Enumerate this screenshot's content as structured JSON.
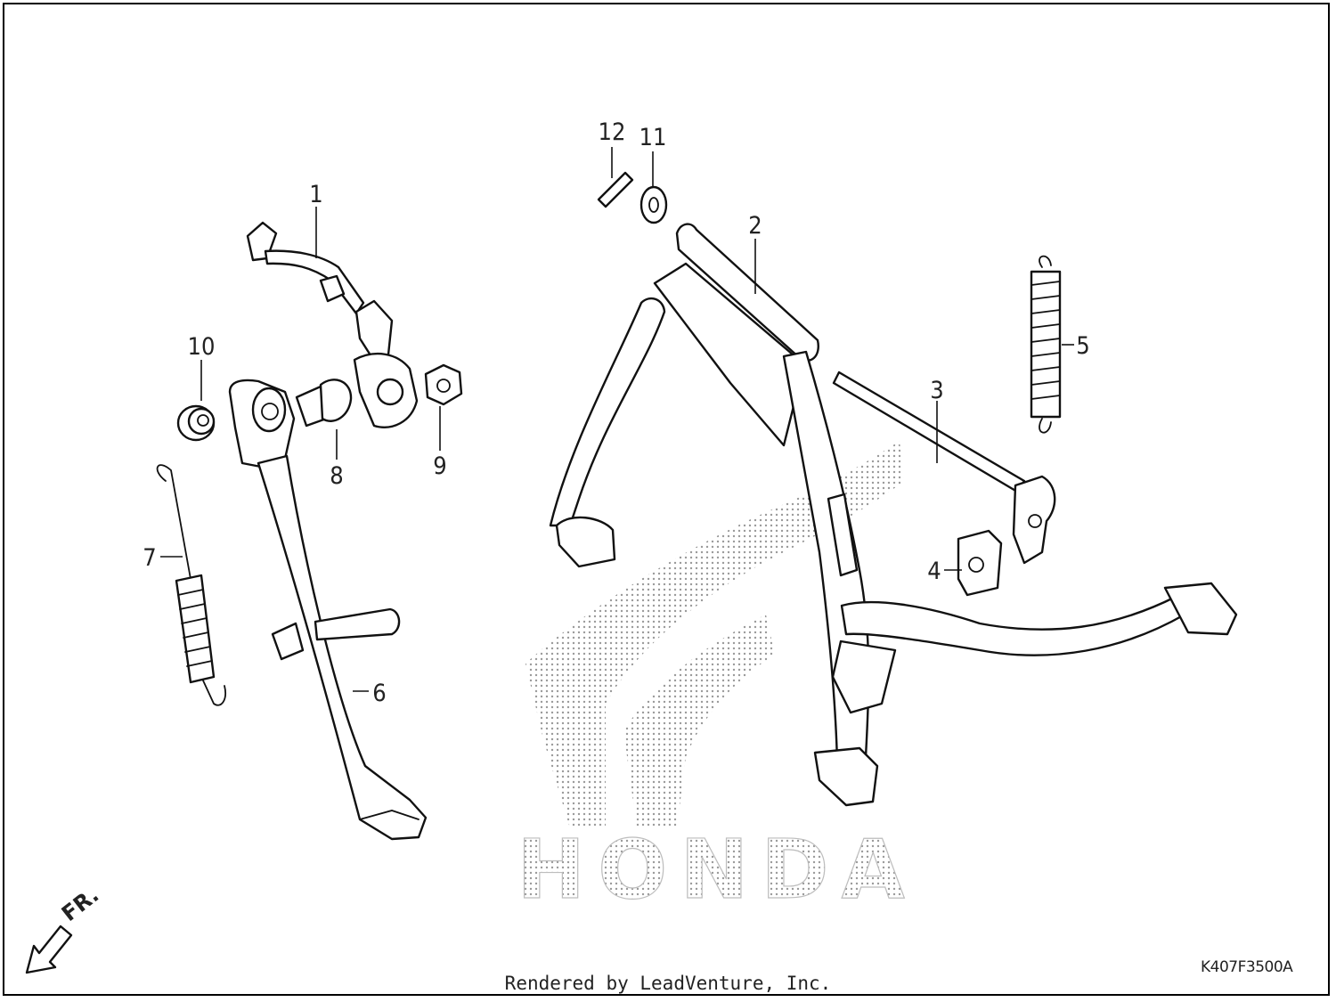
{
  "callouts": [
    {
      "id": "1",
      "label": "1"
    },
    {
      "id": "2",
      "label": "2"
    },
    {
      "id": "3",
      "label": "3"
    },
    {
      "id": "4",
      "label": "4"
    },
    {
      "id": "5",
      "label": "5"
    },
    {
      "id": "6",
      "label": "6"
    },
    {
      "id": "7",
      "label": "7"
    },
    {
      "id": "8",
      "label": "8"
    },
    {
      "id": "9",
      "label": "9"
    },
    {
      "id": "10",
      "label": "10"
    },
    {
      "id": "11",
      "label": "11"
    },
    {
      "id": "12",
      "label": "12"
    }
  ],
  "watermark": {
    "brand": "HONDA"
  },
  "direction": {
    "label": "FR."
  },
  "diagram_code": "K407F3500A",
  "credit": "Rendered by LeadVenture, Inc."
}
